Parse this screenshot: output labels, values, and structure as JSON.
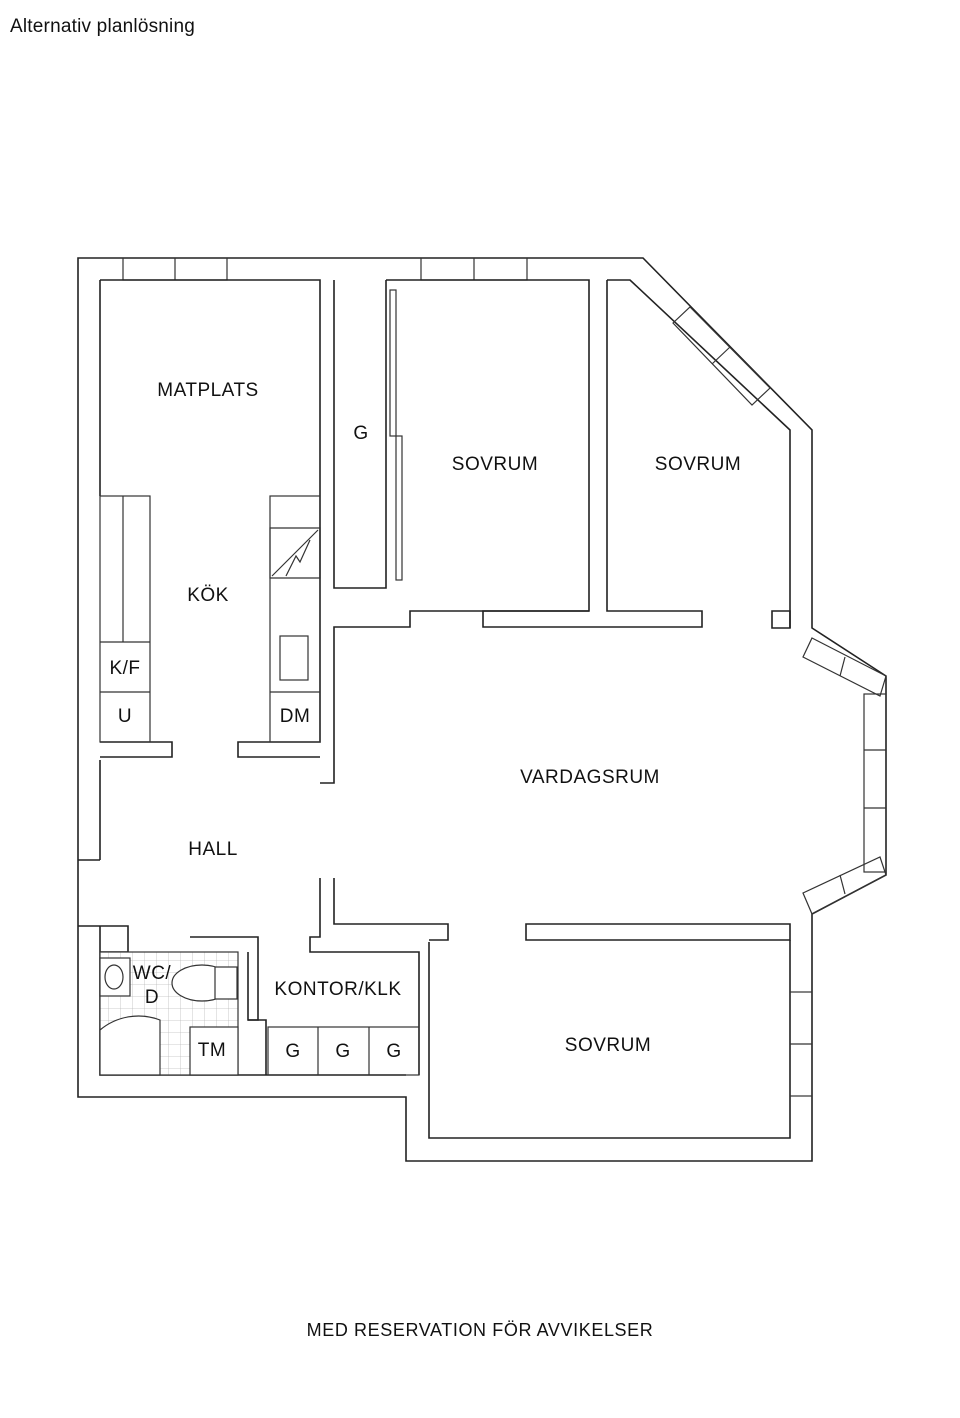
{
  "heading": "Alternativ planlösning",
  "footer": "MED RESERVATION FÖR AVVIKELSER",
  "rooms": {
    "matplats": "MATPLATS",
    "garderob_top": "G",
    "sovrum_1": "SOVRUM",
    "sovrum_2": "SOVRUM",
    "kok": "KÖK",
    "kf": "K/F",
    "u": "U",
    "dm": "DM",
    "vardagsrum": "VARDAGSRUM",
    "hall": "HALL",
    "wc_line1": "WC/",
    "wc_line2": "D",
    "tm": "TM",
    "kontor": "KONTOR/KLK",
    "g1": "G",
    "g2": "G",
    "g3": "G",
    "sovrum_3": "SOVRUM"
  }
}
